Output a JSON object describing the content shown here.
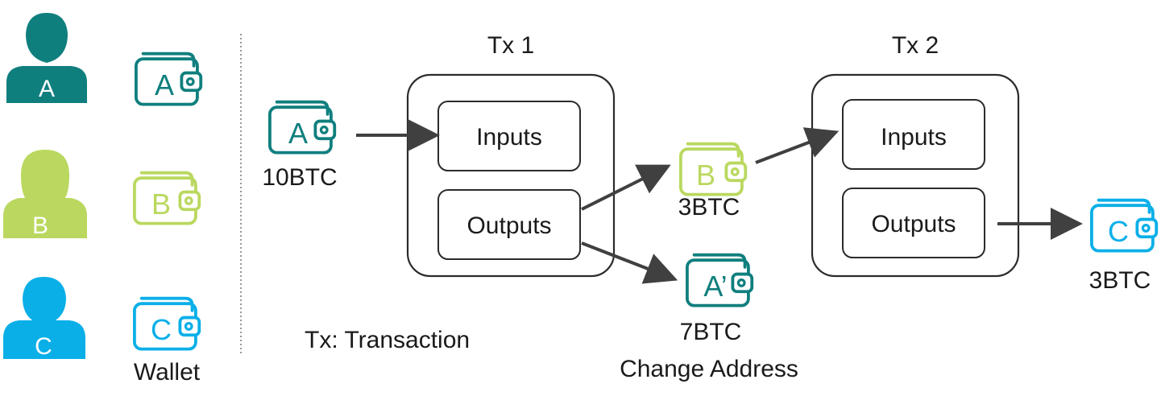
{
  "colors": {
    "user_a": "#0F7F7E",
    "user_b": "#BAD85F",
    "user_c": "#0AAFE8",
    "line": "#2b2b2b",
    "arrow": "#404040"
  },
  "legend": {
    "users": [
      {
        "id": "A",
        "letter": "A",
        "color": "#0F7F7E"
      },
      {
        "id": "B",
        "letter": "B",
        "color": "#BAD85F"
      },
      {
        "id": "C",
        "letter": "C",
        "color": "#0AAFE8"
      }
    ],
    "wallets": [
      {
        "letter": "A",
        "color": "#0F7F7E"
      },
      {
        "letter": "B",
        "color": "#BAD85F"
      },
      {
        "letter": "C",
        "color": "#0AAFE8"
      }
    ],
    "wallet_caption": "Wallet"
  },
  "note": "Tx: Transaction",
  "tx1": {
    "title": "Tx 1",
    "inputs": "Inputs",
    "outputs": "Outputs"
  },
  "tx2": {
    "title": "Tx 2",
    "inputs": "Inputs",
    "outputs": "Outputs"
  },
  "flow_wallets": {
    "source": {
      "letter": "A",
      "amount": "10BTC",
      "color": "#0F7F7E"
    },
    "b_out": {
      "letter": "B",
      "amount": "3BTC",
      "color": "#BAD85F"
    },
    "change": {
      "letter": "A’",
      "amount": "7BTC",
      "caption": "Change Address",
      "color": "#0F7F7E"
    },
    "c_out": {
      "letter": "C",
      "amount": "3BTC",
      "color": "#0AAFE8"
    }
  }
}
